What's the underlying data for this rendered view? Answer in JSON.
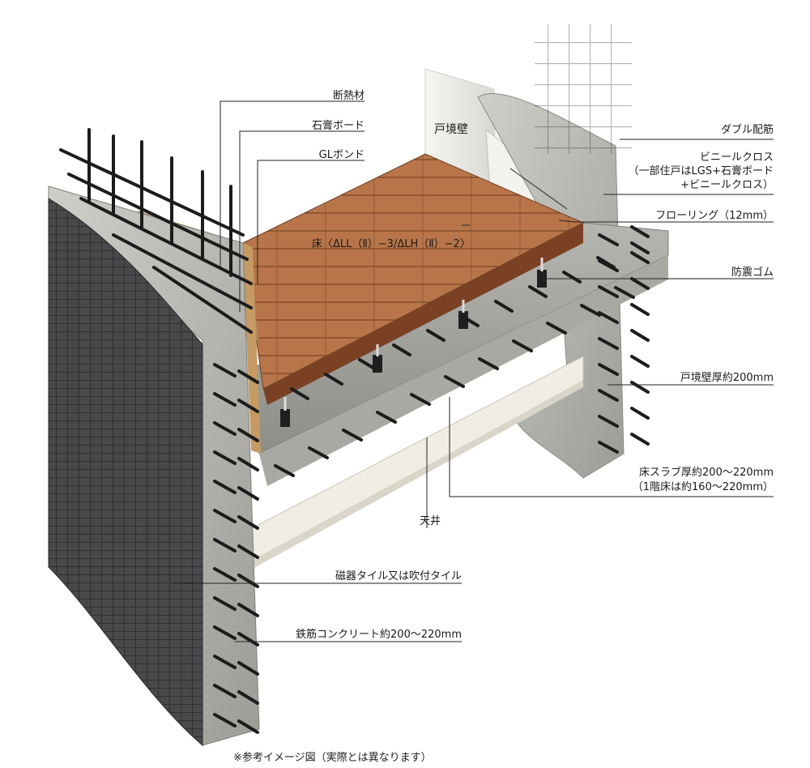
{
  "labels": {
    "insulation": "断熱材",
    "gypsum_board": "石膏ボード",
    "gl_bond": "GLボンド",
    "party_wall": "戸境壁",
    "double_rebar": "ダブル配筋",
    "vinyl_cloth_line1": "ビニールクロス",
    "vinyl_cloth_line2": "（一部住戸はLGS+石膏ボード",
    "vinyl_cloth_line3": "+ビニールクロス）",
    "flooring": "フローリング（12mm）",
    "floor_rating": "床〈ΔLL（Ⅱ）−3/ΔLH（Ⅱ）−2〉",
    "vibration_rubber": "防震ゴム",
    "party_wall_thickness": "戸境壁厚約200mm",
    "slab_line1": "床スラブ厚約200〜220mm",
    "slab_line2": "（1階床は約160〜220mm）",
    "ceiling": "天井",
    "tile": "磁器タイル又は吹付タイル",
    "concrete": "鉄筋コンクリート約200〜220mm"
  },
  "caption": "※参考イメージ図（実際とは異なります）",
  "colors": {
    "concrete": "#bdbdb8",
    "tile": "#4a4b4d",
    "wood": "#a8653a",
    "rebar": "#1c1c1c",
    "ceiling": "#efece3"
  }
}
